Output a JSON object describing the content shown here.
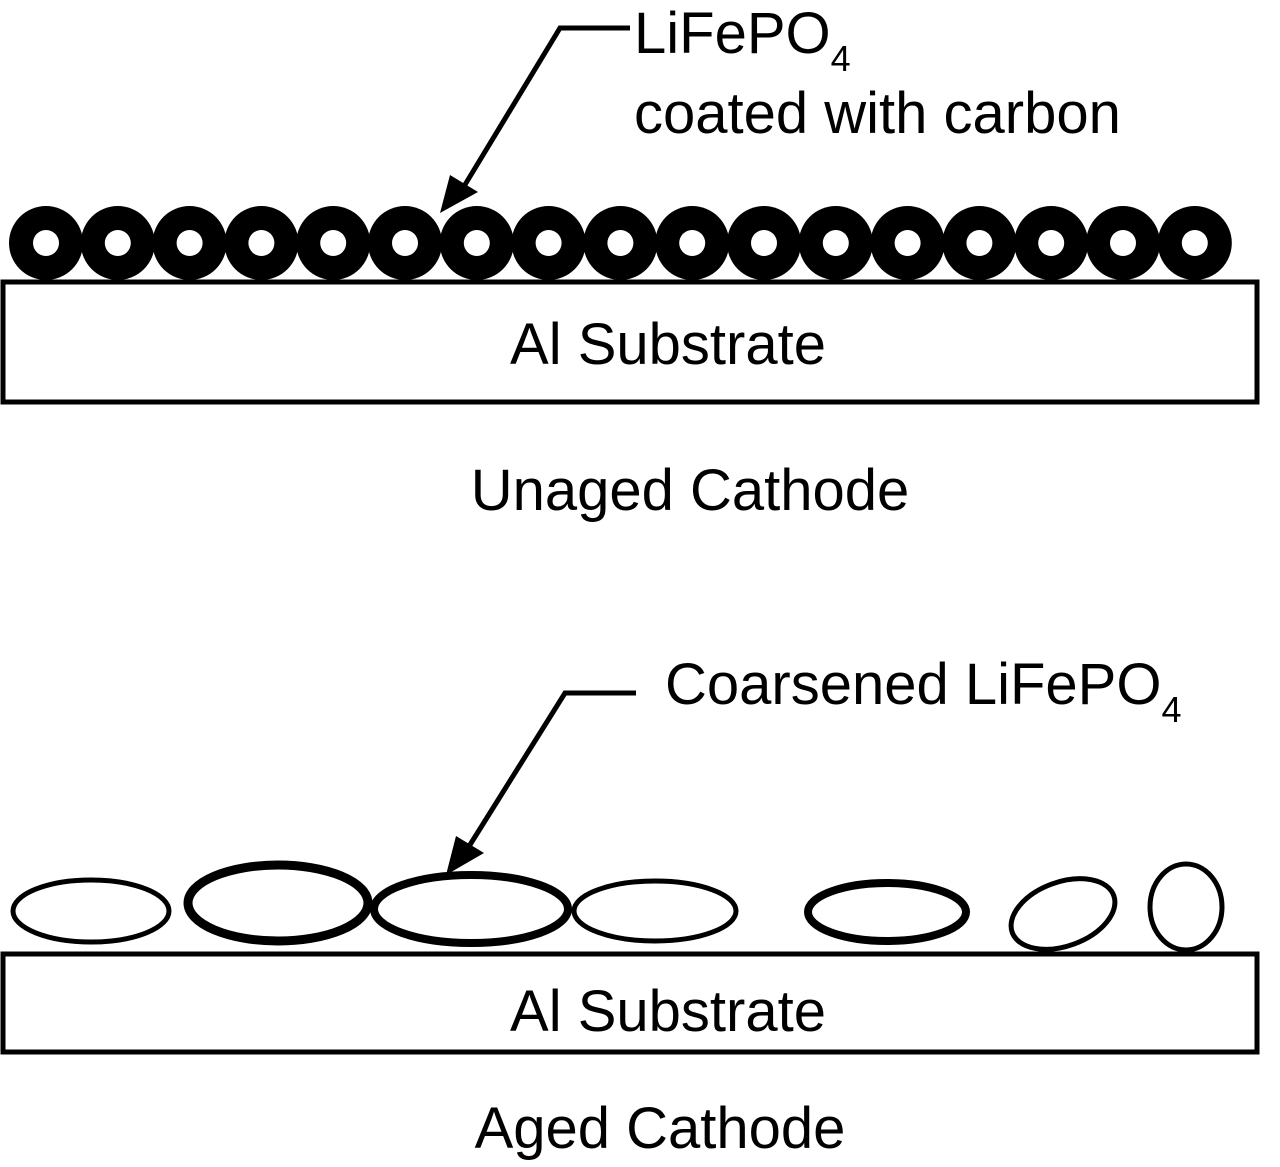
{
  "unaged": {
    "particle_label": "LiFePO",
    "particle_label_sub": "4",
    "particle_label_line2": "coated with carbon",
    "substrate_label": "Al Substrate",
    "caption": "Unaged Cathode",
    "particle_count": 17
  },
  "aged": {
    "particle_label": "Coarsened LiFePO",
    "particle_label_sub": "4",
    "substrate_label": "Al Substrate",
    "caption": "Aged Cathode",
    "particle_count": 7
  },
  "colors": {
    "ink": "#000000",
    "background": "#ffffff"
  }
}
